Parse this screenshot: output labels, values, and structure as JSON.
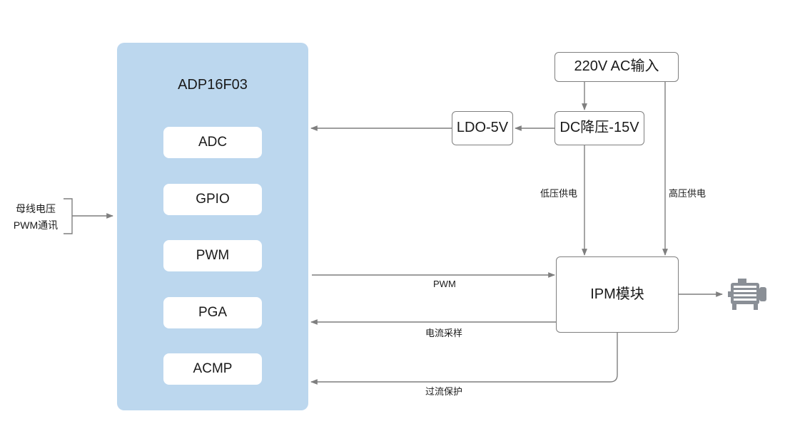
{
  "chip": {
    "title": "ADP16F03",
    "modules": [
      "ADC",
      "GPIO",
      "PWM",
      "PGA",
      "ACMP"
    ]
  },
  "blocks": {
    "ac_input": "220V AC输入",
    "dc_buck": "DC降压-15V",
    "ldo": "LDO-5V",
    "ipm": "IPM模块"
  },
  "edge_labels": {
    "low_voltage_supply": "低压供电",
    "high_voltage_supply": "高压供电",
    "pwm": "PWM",
    "current_sampling": "电流采样",
    "overcurrent_protection": "过流保护"
  },
  "inputs": {
    "line1": "母线电压",
    "line2": "PWM通讯"
  },
  "icons": {
    "load": "motor-icon"
  },
  "colors": {
    "chip_fill": "#bcd7ee",
    "line": "#7f7f7f",
    "motor": "#8a8f96"
  }
}
